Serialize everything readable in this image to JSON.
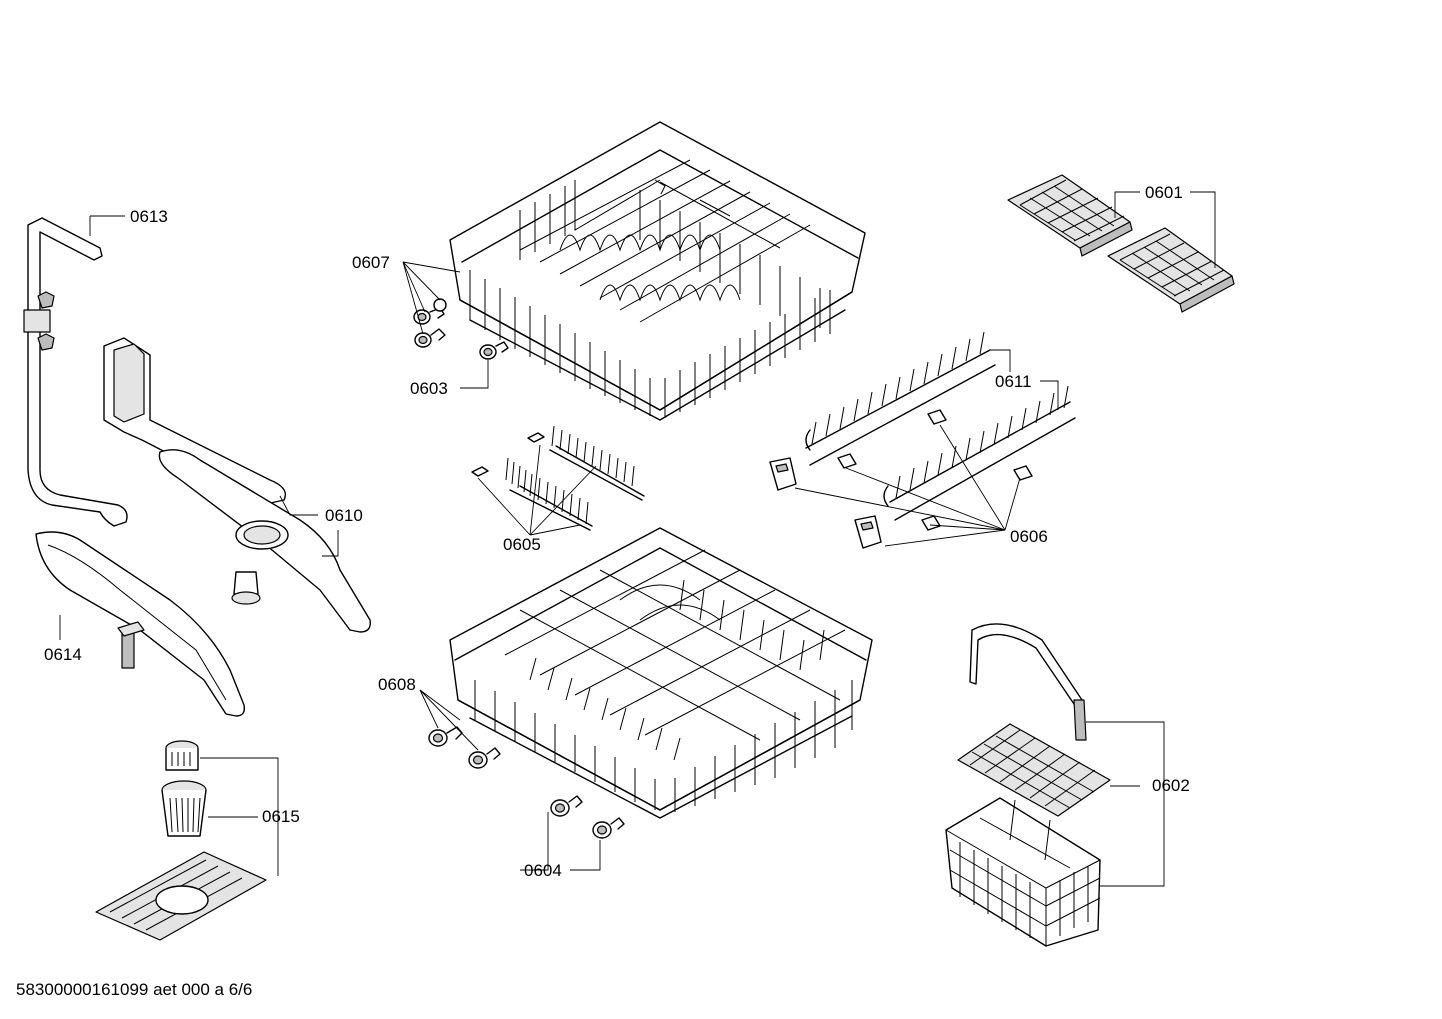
{
  "parts": {
    "p0601": "0601",
    "p0602": "0602",
    "p0603": "0603",
    "p0604": "0604",
    "p0605": "0605",
    "p0606": "0606",
    "p0607": "0607",
    "p0608": "0608",
    "p0610": "0610",
    "p0611": "0611",
    "p0613": "0613",
    "p0614": "0614",
    "p0615": "0615"
  },
  "footer": "58300000161099 aet 000 a 6/6"
}
